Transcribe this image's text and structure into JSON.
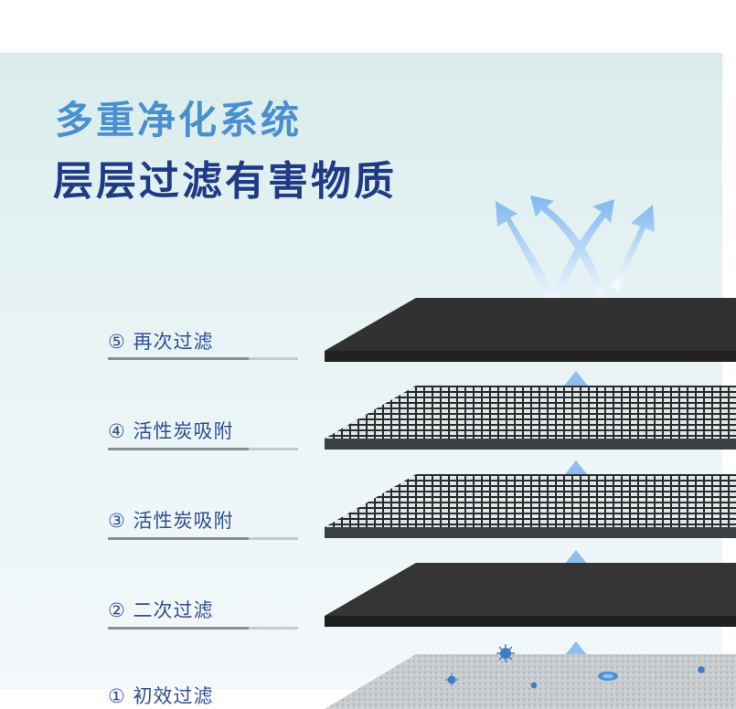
{
  "headline": {
    "line1": "多重净化系统",
    "line2": "层层过滤有害物质"
  },
  "layers": [
    {
      "label": "⑤ 再次过滤",
      "kind": "solid"
    },
    {
      "label": "④ 活性炭吸附",
      "kind": "mesh"
    },
    {
      "label": "③ 活性炭吸附",
      "kind": "mesh"
    },
    {
      "label": "② 二次过滤",
      "kind": "solid"
    },
    {
      "label": "① 初效过滤",
      "kind": "foam"
    }
  ],
  "icons": {
    "arrow": "arrow-up-icon",
    "outflow": "airflow-arrows-icon",
    "particle": "virus-particle-icon"
  },
  "colors": {
    "headline_light": "#4a8fd0",
    "headline_dark": "#1f3a86",
    "label_text": "#2f4f95",
    "filter_dark": "#2b2b2b",
    "foam": "#c9cccf"
  }
}
